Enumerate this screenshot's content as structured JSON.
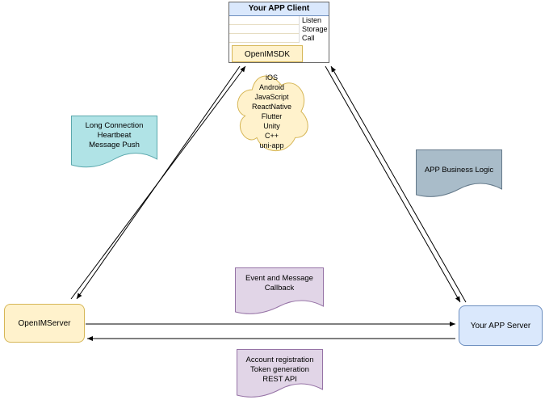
{
  "colors": {
    "blue_fill": "#dae8fc",
    "blue_stroke": "#6c8ebf",
    "yellow_fill": "#fff2cc",
    "yellow_stroke": "#d6b656",
    "teal_fill": "#b0e3e6",
    "teal_stroke": "#5ba8ad",
    "gray_fill": "#a9bcc9",
    "gray_stroke": "#64798a",
    "purple_fill": "#e1d5e7",
    "purple_stroke": "#9673a6",
    "edge_stroke": "#000000"
  },
  "client": {
    "title": "Your APP Client",
    "methods": [
      "Listen",
      "Storage",
      "Call"
    ],
    "sdk": "OpenIMSDK"
  },
  "cloud": {
    "platforms": [
      "iOS",
      "Android",
      "JavaScript",
      "ReactNative",
      "Flutter",
      "Unity",
      "C++",
      "uni-app"
    ]
  },
  "notes": {
    "long_connection": "Long Connection\nHeartbeat\nMessage Push",
    "business_logic": "APP Business Logic",
    "event_callback": "Event and Message\nCallback",
    "rest_api": "Account registration\nToken generation\nREST API"
  },
  "nodes": {
    "openim_server": "OpenIMServer",
    "app_server": "Your APP Server"
  }
}
